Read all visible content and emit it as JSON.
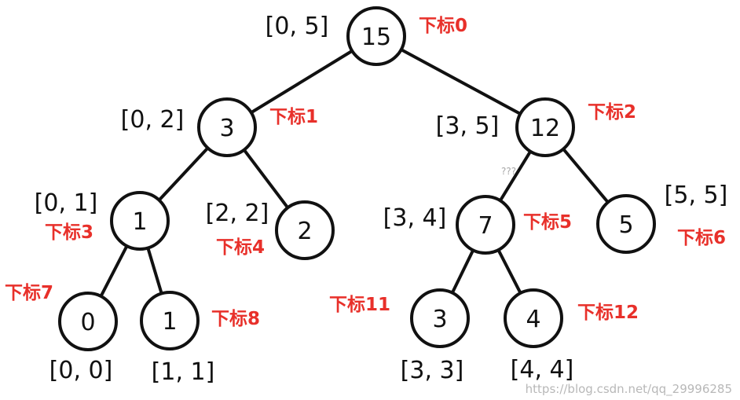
{
  "colors": {
    "index_label": "#e8302a",
    "text": "#111111",
    "watermark": "#b8b8b8"
  },
  "tree": {
    "nodes": [
      {
        "id": "n0",
        "value": "15",
        "range": "[0, 5]",
        "index": "下标0"
      },
      {
        "id": "n1",
        "value": "3",
        "range": "[0, 2]",
        "index": "下标1"
      },
      {
        "id": "n2",
        "value": "12",
        "range": "[3, 5]",
        "index": "下标2"
      },
      {
        "id": "n3",
        "value": "1",
        "range": "[0, 1]",
        "index": "下标3"
      },
      {
        "id": "n4",
        "value": "2",
        "range": "[2, 2]",
        "index": "下标4"
      },
      {
        "id": "n5",
        "value": "7",
        "range": "[3, 4]",
        "index": "下标5"
      },
      {
        "id": "n6",
        "value": "5",
        "range": "[5, 5]",
        "index": "下标6"
      },
      {
        "id": "n7",
        "value": "0",
        "range": "[0, 0]",
        "index": "下标7"
      },
      {
        "id": "n8",
        "value": "1",
        "range": "[1, 1]",
        "index": "下标8"
      },
      {
        "id": "n11",
        "value": "3",
        "range": "[3, 3]",
        "index": "下标11"
      },
      {
        "id": "n12",
        "value": "4",
        "range": "[4, 4]",
        "index": "下标12"
      }
    ],
    "edges": [
      [
        "n0",
        "n1"
      ],
      [
        "n0",
        "n2"
      ],
      [
        "n1",
        "n3"
      ],
      [
        "n1",
        "n4"
      ],
      [
        "n2",
        "n5"
      ],
      [
        "n2",
        "n6"
      ],
      [
        "n3",
        "n7"
      ],
      [
        "n3",
        "n8"
      ],
      [
        "n5",
        "n11"
      ],
      [
        "n5",
        "n12"
      ]
    ]
  },
  "stray_mark": "???",
  "watermark": "https://blog.csdn.net/qq_29996285"
}
